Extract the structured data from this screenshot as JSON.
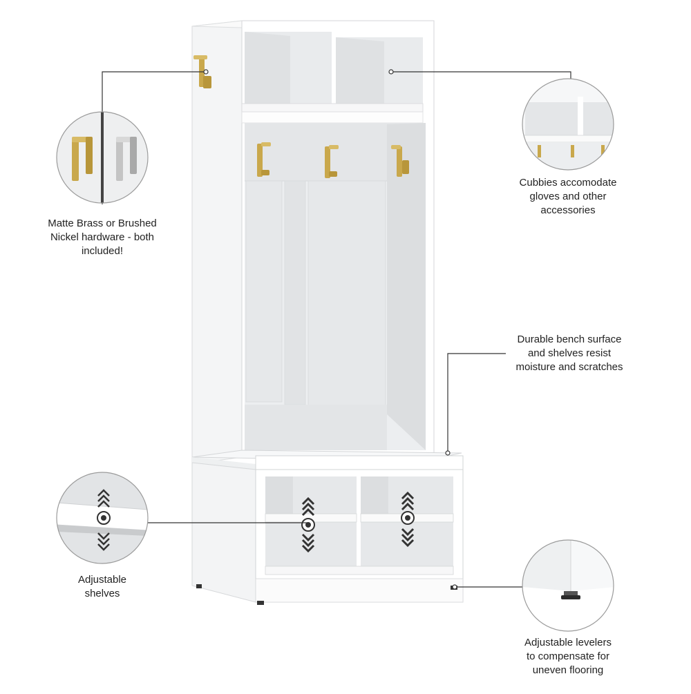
{
  "colors": {
    "cabinet": "#ffffff",
    "cabinet_shadow": "#e4e6e8",
    "interior": "#eceef0",
    "brass": "#c9a84c",
    "nickel": "#c8c8c8",
    "callout_line": "#333333",
    "circle_border": "#9a9a9a",
    "text": "#222222"
  },
  "callouts": [
    {
      "id": "hardware",
      "icon": "hardware-detail-icon",
      "lines": [
        "Matte Brass or Brushed",
        "Nickel hardware - both",
        "included!"
      ]
    },
    {
      "id": "cubbies",
      "icon": "cubbies-detail-icon",
      "lines": [
        "Cubbies accomodate",
        "gloves and other",
        "accessories"
      ]
    },
    {
      "id": "bench",
      "lines": [
        "Durable bench surface",
        "and shelves resist",
        "moisture and scratches"
      ]
    },
    {
      "id": "shelves",
      "icon": "adjustable-shelf-icon",
      "lines": [
        "Adjustable",
        "shelves"
      ]
    },
    {
      "id": "levelers",
      "icon": "leveler-detail-icon",
      "lines": [
        "Adjustable levelers",
        "to compensate for",
        "uneven flooring"
      ]
    }
  ]
}
